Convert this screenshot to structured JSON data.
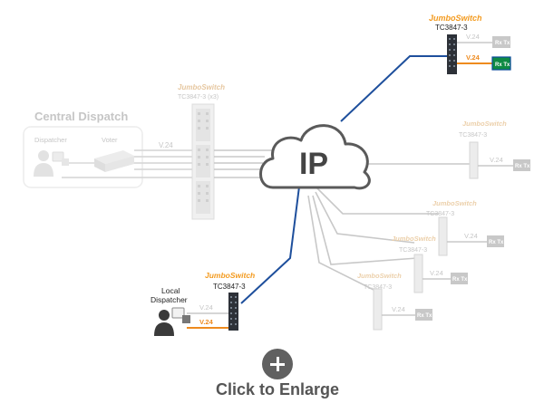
{
  "central": {
    "title": "Central Dispatch",
    "dispatcher": "Dispatcher",
    "voter": "Voter",
    "v24": "V.24"
  },
  "main_switch": {
    "brand": "JumboSwitch",
    "model": "TC3847-3 (x3)"
  },
  "cloud": {
    "label": "IP"
  },
  "top_right": {
    "brand": "JumboSwitch",
    "model": "TC3847-3",
    "v24_1": "V.24",
    "v24_2": "V.24",
    "rx1": "Rx Tx",
    "rx2": "Rx Tx"
  },
  "right1": {
    "brand": "JumboSwitch",
    "model": "TC3847-3",
    "v24": "V.24",
    "rx": "Rx Tx"
  },
  "right2": {
    "brand": "JumboSwitch",
    "model": "TC3847-3",
    "v24": "V.24",
    "rx": "Rx Tx"
  },
  "right3": {
    "brand": "JumboSwitch",
    "model": "TC3847-3",
    "v24": "V.24",
    "rx": "Rx Tx"
  },
  "right4": {
    "brand": "JumboSwitch",
    "model": "TC3847-3",
    "v24": "V.24",
    "rx": "Rx Tx"
  },
  "local": {
    "title_line1": "Local",
    "title_line2": "Dispatcher",
    "brand": "JumboSwitch",
    "model": "TC3847-3",
    "v24_1": "V.24",
    "v24_2": "V.24"
  },
  "enlarge": {
    "label": "Click to Enlarge",
    "icon": "plus-icon"
  },
  "colors": {
    "blue": "#1e4f9c",
    "orange": "#ee8a1e",
    "gray": "#c8c8c8",
    "brand": "#f39a1e"
  }
}
